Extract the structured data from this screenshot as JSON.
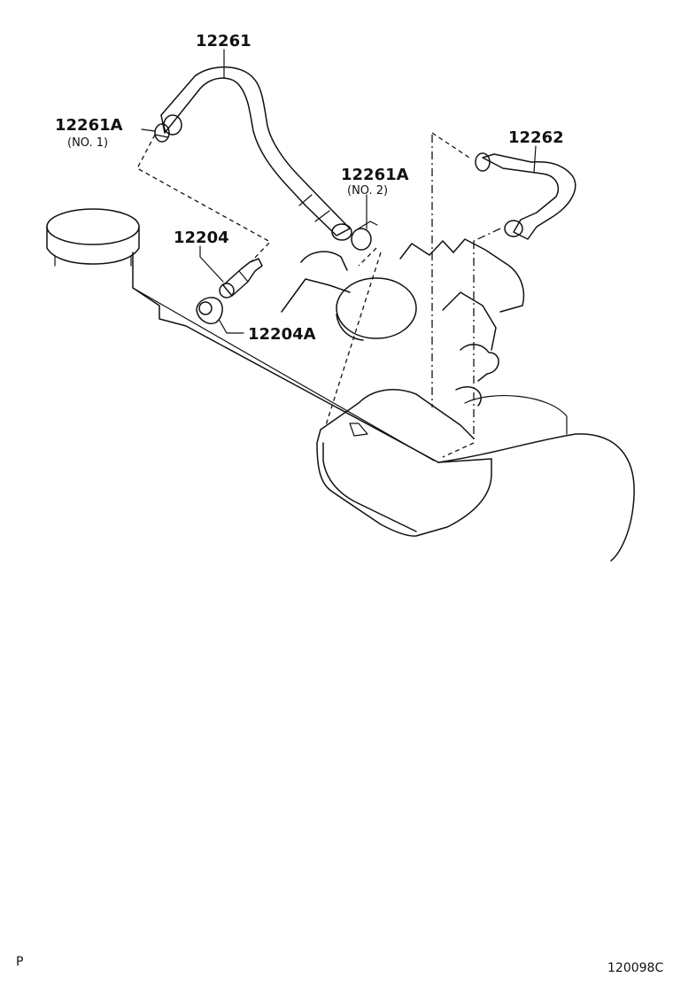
{
  "labels": {
    "hose_12261": "12261",
    "clamp_no1": "12261A",
    "clamp_no1_sub": "(NO. 1)",
    "clamp_no2": "12261A",
    "clamp_no2_sub": "(NO. 2)",
    "hose_12262": "12262",
    "pcv_valve": "12204",
    "grommet": "12204A"
  },
  "footer": {
    "left_mark": "P",
    "figure_code": "120098C"
  }
}
